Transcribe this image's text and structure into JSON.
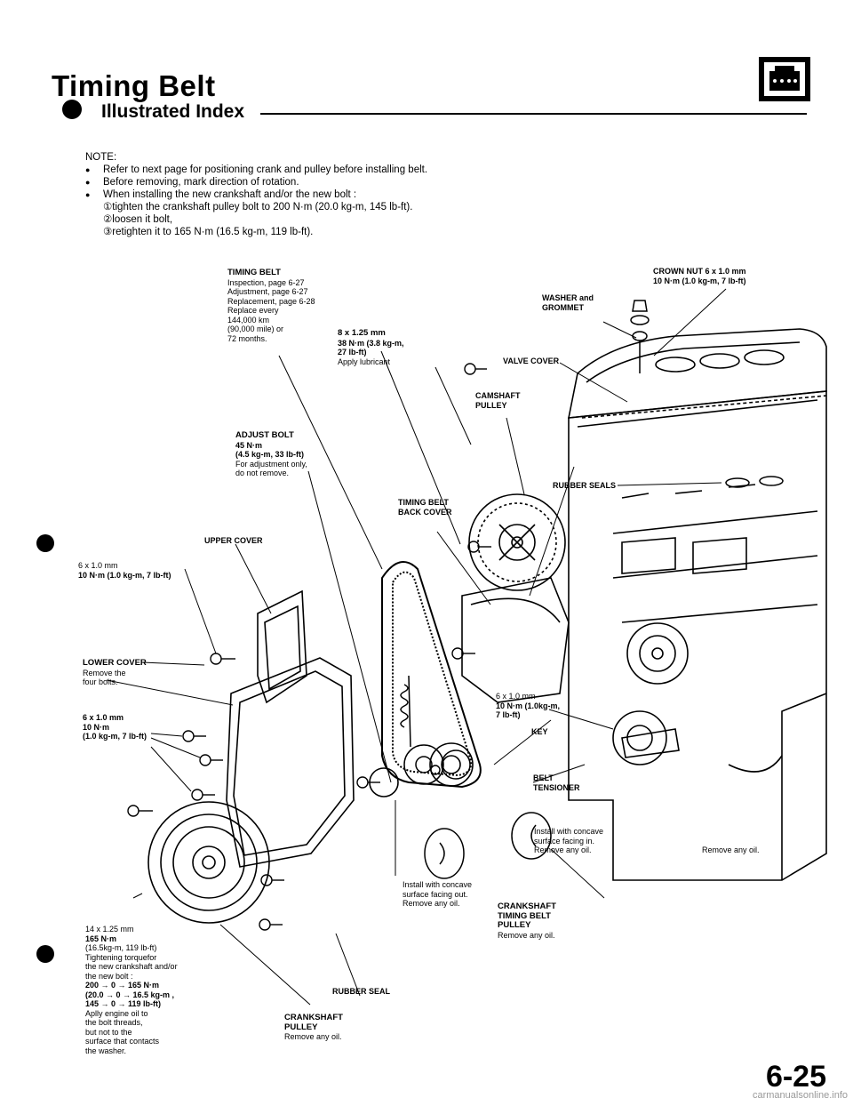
{
  "header": {
    "title": "Timing Belt",
    "subtitle": "Illustrated Index"
  },
  "note": {
    "heading": "NOTE:",
    "items": [
      "Refer to next page for positioning crank and pulley before installing belt.",
      "Before removing, mark direction of rotation.",
      "When installing the new crankshaft and/or the new bolt :"
    ],
    "steps": [
      "①tighten the crankshaft pulley bolt to 200 N·m (20.0 kg-m, 145 lb-ft).",
      "②loosen it bolt,",
      "③retighten it to 165 N·m (16.5 kg-m, 119 lb-ft)."
    ]
  },
  "labels": {
    "timing_belt": {
      "title": "TIMING BELT",
      "lines": [
        "Inspection, page 6-27",
        "Adjustment, page 6-27",
        "Replacement, page 6-28",
        "Replace every",
        "144,000 km",
        "(90,000 mile) or",
        "72 months."
      ]
    },
    "bolt_8x125": {
      "title": "8 x 1.25 mm",
      "lines": [
        "38 N·m (3.8 kg-m,",
        "27 lb-ft)"
      ],
      "note": "Apply lubricant"
    },
    "crown_nut": {
      "title": "CROWN NUT 6 x 1.0 mm",
      "line": "10 N·m (1.0 kg-m, 7 lb-ft)"
    },
    "washer": "WASHER and GROMMET",
    "valve_cover": "VALVE COVER",
    "camshaft_pulley": "CAMSHAFT PULLEY",
    "adjust_bolt": {
      "title": "ADJUST BOLT",
      "lines": [
        "45 N·m",
        "(4.5 kg-m, 33 lb-ft)"
      ],
      "note": [
        "For adjustment only,",
        "do not remove."
      ]
    },
    "rubber_seals": "RUBBER SEALS",
    "timing_belt_back_cover": "TIMING BELT BACK COVER",
    "upper_cover": "UPPER COVER",
    "bolt_6x10_upper": {
      "title": "6 x 1.0 mm",
      "line": "10 N·m (1.0 kg-m, 7 lb-ft)"
    },
    "lower_cover": {
      "title": "LOWER COVER",
      "lines": [
        "Remove the",
        "four bolts."
      ]
    },
    "bolt_6x10_right": {
      "title": "6 x 1.0 mm",
      "lines": [
        "10 N·m (1.0kg-m,",
        "7 lb-ft)"
      ]
    },
    "bolt_6x10_left": {
      "title": "6 x 1.0 mm",
      "lines": [
        "10 N·m",
        "(1.0 kg-m, 7 lb-ft)"
      ]
    },
    "key": "KEY",
    "belt_tensioner": "BELT TENSIONER",
    "install_in": [
      "Install with concave",
      "surface facing in.",
      "Remove any oil."
    ],
    "remove_any_oil": "Remove any oil.",
    "install_out": [
      "Install with concave",
      "surface facing out.",
      "Remove any oil."
    ],
    "crank_timing_pulley": {
      "title": "CRANKSHAFT TIMING BELT PULLEY",
      "note": "Remove any oil."
    },
    "bolt_14x125": {
      "title": "14 x 1.25 mm",
      "lines": [
        "165 N·m",
        "(16.5kg-m, 119 lb-ft)"
      ],
      "note": [
        "Tightening torquefor",
        "the new crankshaft and/or",
        "the new bolt :"
      ],
      "seq": [
        "200 → 0 → 165 N·m",
        "(20.0 → 0 → 16.5 kg-m ,",
        "145 → 0 → 119 lb-ft)"
      ],
      "note2": [
        "Aplly engine oil to",
        "the bolt threads,",
        "but not to the",
        "surface that contacts",
        "the washer."
      ]
    },
    "rubber_seal": "RUBBER SEAL",
    "crankshaft_pulley": {
      "title": "CRANKSHAFT PULLEY",
      "note": "Remove any oil."
    }
  },
  "footer": {
    "page": "6-25",
    "watermark": "carmanualsonline.info"
  }
}
